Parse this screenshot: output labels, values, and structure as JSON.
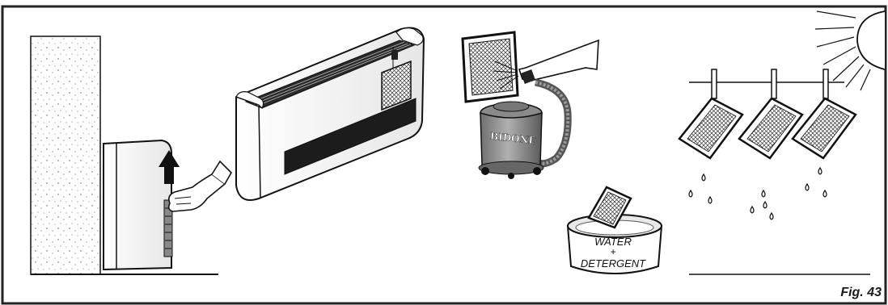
{
  "figure": {
    "caption": "Fig. 43"
  },
  "labels": {
    "vacuum_brand": "BIDONE",
    "basin_line1": "WATER",
    "basin_line2": "+",
    "basin_line3": "DETERGENT"
  },
  "colors": {
    "ink": "#111111",
    "frame": "#222222",
    "panel_gray": "#9a9a9a",
    "vent_black": "#1c1c1c",
    "wall_speckle": "#c8c8c8"
  },
  "icons": [
    "hand-icon",
    "up-arrow-icon",
    "sun-icon",
    "clothespin-icon",
    "water-drop-icon"
  ]
}
